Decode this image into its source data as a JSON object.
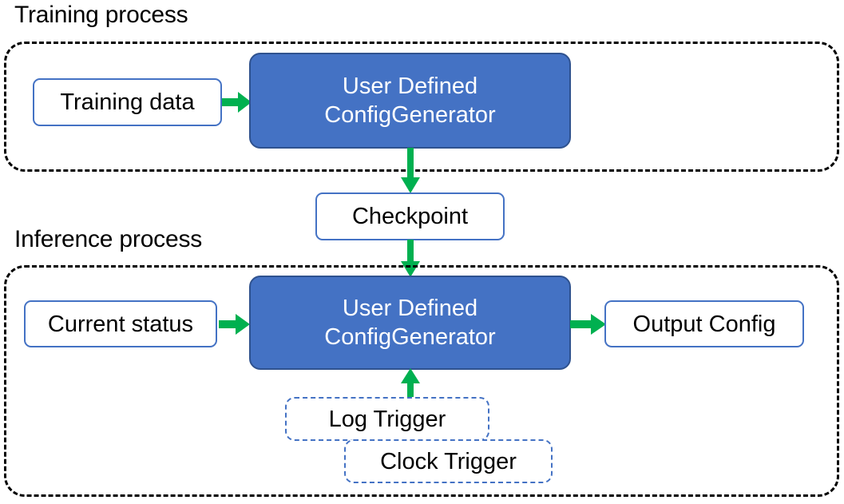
{
  "diagram": {
    "title_training": "Training process",
    "title_inference": "Inference process",
    "colors": {
      "arrow_green": "#00B050",
      "node_blue_fill": "#4472C4",
      "node_blue_border": "#2F528F",
      "node_white_border": "#4472C4",
      "group_border": "#000000",
      "text_dark": "#000000",
      "text_light": "#FFFFFF"
    },
    "training": {
      "input_node": "Training data",
      "process_node_line1": "User Defined",
      "process_node_line2": "ConfigGenerator"
    },
    "checkpoint_node": "Checkpoint",
    "inference": {
      "input_node": "Current status",
      "process_node_line1": "User Defined",
      "process_node_line2": "ConfigGenerator",
      "output_node": "Output Config",
      "trigger_log": "Log Trigger",
      "trigger_clock": "Clock Trigger"
    }
  }
}
